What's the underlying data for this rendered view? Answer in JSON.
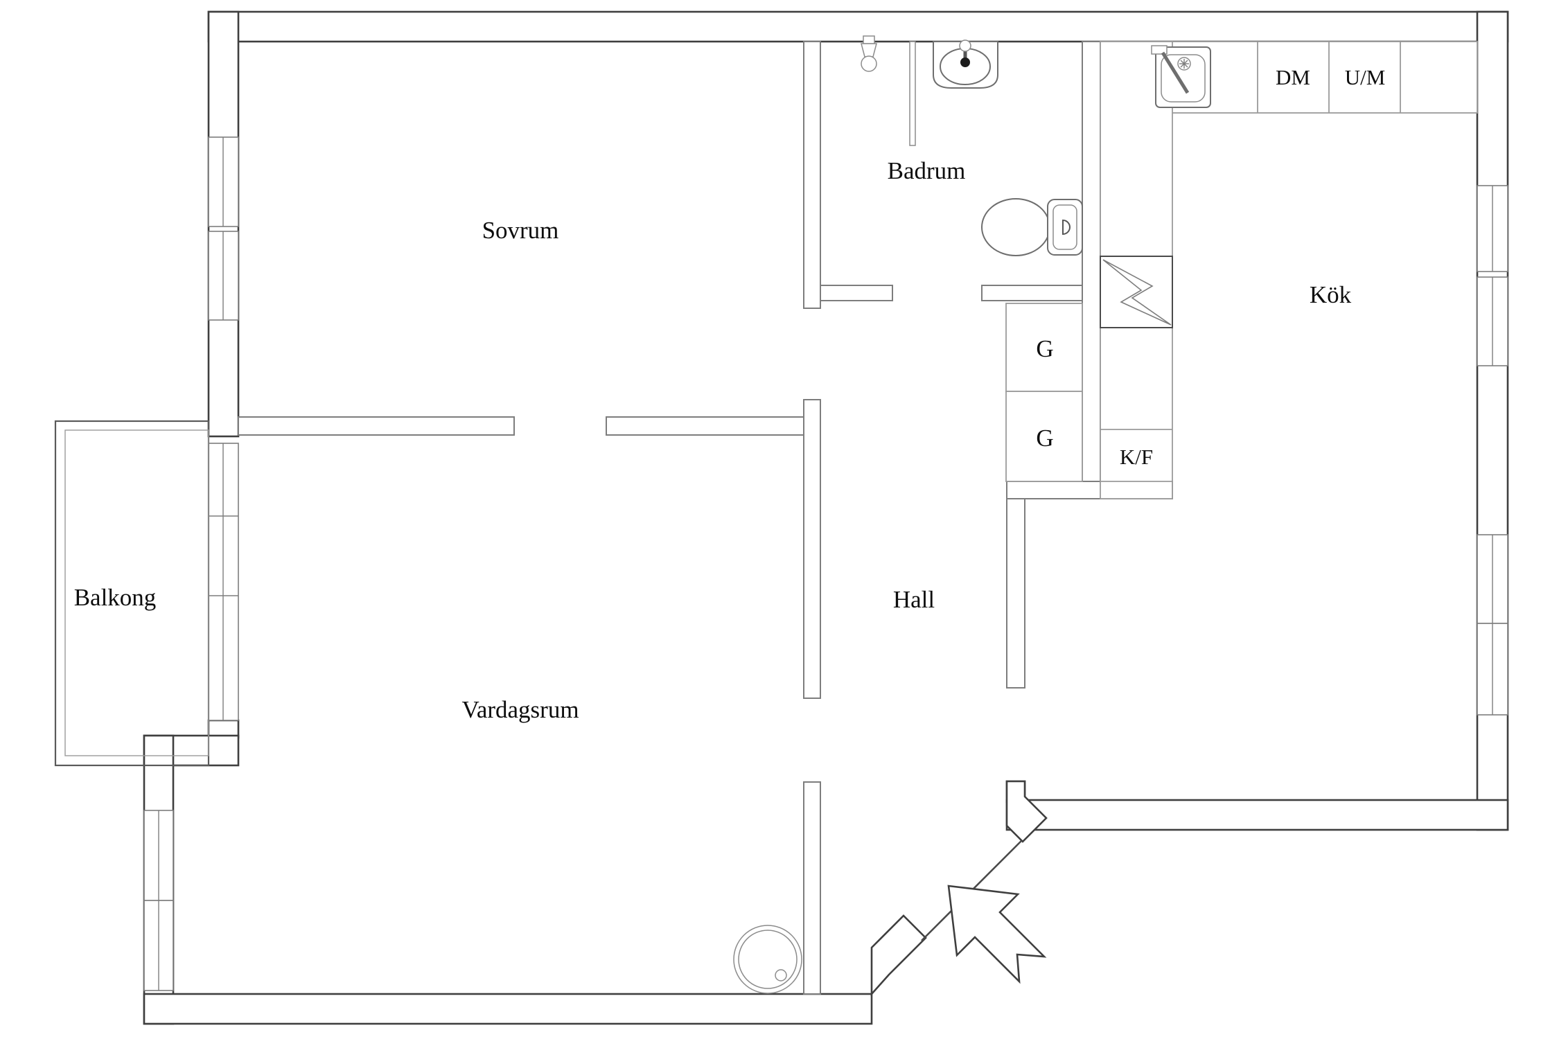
{
  "theme": {
    "wall_dark": "#3f3f3f",
    "wall_mid": "#7d7d7d",
    "wall_light": "#9a9a9a",
    "ink": "#0e0e0e",
    "background": "#ffffff"
  },
  "floorplan": {
    "rooms": [
      {
        "label": "Sovrum"
      },
      {
        "label": "Badrum"
      },
      {
        "label": "Kök"
      },
      {
        "label": "Hall"
      },
      {
        "label": "Vardagsrum"
      },
      {
        "label": "Balkong"
      }
    ],
    "cabinets": [
      {
        "label": "DM"
      },
      {
        "label": "U/M"
      },
      {
        "label": "G"
      },
      {
        "label": "G"
      },
      {
        "label": "K/F"
      }
    ],
    "icons": [
      "shower-mixer-icon",
      "washbasin-icon",
      "toilet-icon",
      "kitchen-sink-icon",
      "electrical-panel-icon",
      "entrance-arrow-icon",
      "round-table-icon",
      "window-icon"
    ]
  }
}
